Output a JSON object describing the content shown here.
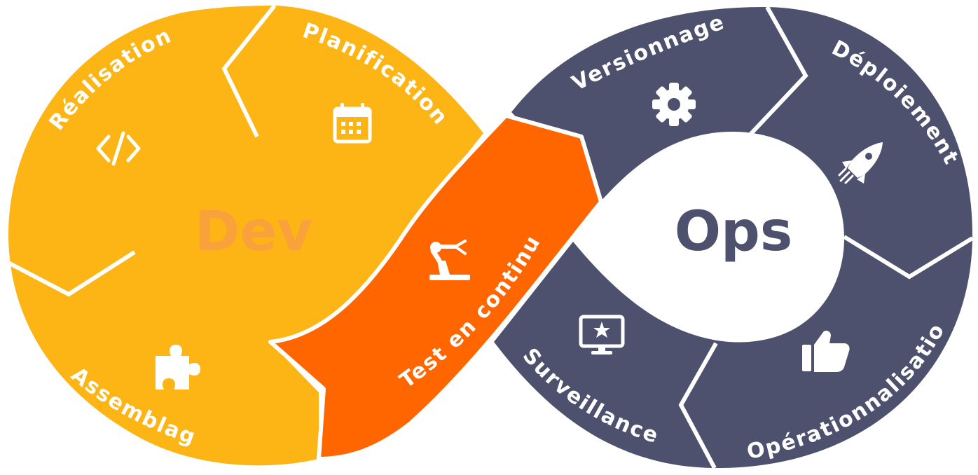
{
  "diagram": {
    "hubs": {
      "dev": "Dev",
      "ops": "Ops"
    },
    "stages": {
      "realisation": "Réalisation",
      "planification": "Planification",
      "assemblage": "Assemblage",
      "test": "Test en continu",
      "versionnage": "Versionnage",
      "deploiement": "Déploiement",
      "surveillance": "Surveillance",
      "operationnalisation": "Opérationnalisation"
    },
    "icons": {
      "realisation": "code-icon",
      "planification": "calendar-icon",
      "assemblage": "puzzle-icon",
      "test": "robot-arm-icon",
      "versionnage": "gear-icon",
      "deploiement": "rocket-icon",
      "surveillance": "monitor-star-icon",
      "operationnalisation": "thumbs-up-icon"
    },
    "colors": {
      "dev_yellow": "#FDB515",
      "dev_text": "#F9A13A",
      "test_orange": "#FF6600",
      "ops_slate": "#4E516D",
      "divider": "#FFFFFF"
    }
  }
}
